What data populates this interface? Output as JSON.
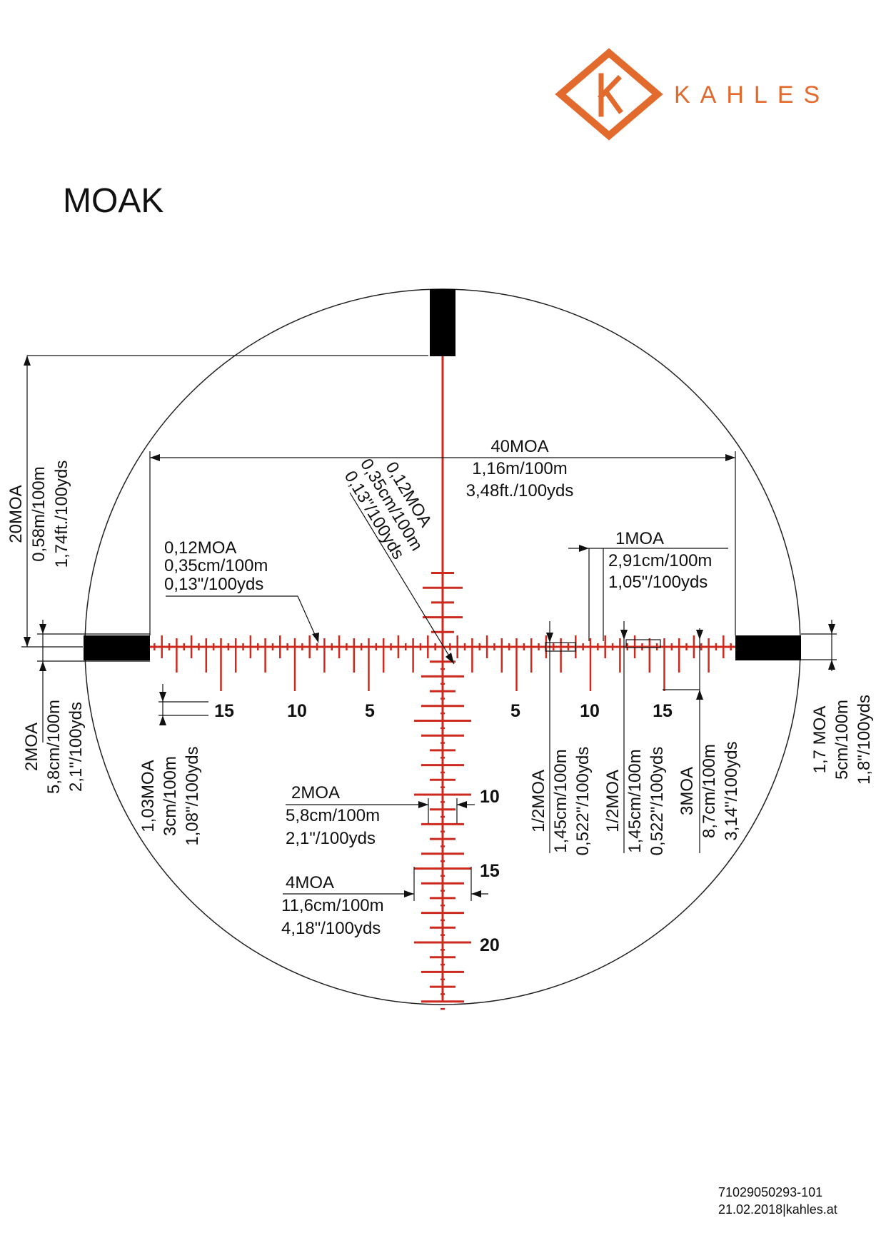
{
  "brand": {
    "name": "KAHLES",
    "logo_letter": "K",
    "color": "#e26a2c"
  },
  "title": "MOAK",
  "reticle_color": "#cc2a1e",
  "horizontal_scale_labels": {
    "left": [
      "15",
      "10",
      "5"
    ],
    "right": [
      "5",
      "10",
      "15"
    ]
  },
  "vertical_scale_labels": [
    "10",
    "15",
    "20"
  ],
  "dimensions": {
    "vertical_20moa": [
      "20MOA",
      "0,58m/100m",
      "1,74ft./100yds"
    ],
    "horizontal_40moa": [
      "40MOA",
      "1,16m/100m",
      "3,48ft./100yds"
    ],
    "left_line": [
      "0,12MOA",
      "0,35cm/100m",
      "0,13\"/100yds"
    ],
    "diag_line": [
      "0,12MOA",
      "0,35cm/100m",
      "0,13\"/100yds"
    ],
    "one_moa": [
      "1MOA",
      "2,91cm/100m",
      "1,05\"/100yds"
    ],
    "left_post": [
      "2MOA",
      "5,8cm/100m",
      "2,1\"/100yds"
    ],
    "left_tick": [
      "1,03MOA",
      "3cm/100m",
      "1,08\"/100yds"
    ],
    "half_moa_a": [
      "1/2MOA",
      "1,45cm/100m",
      "0,522\"/100yds"
    ],
    "half_moa_b": [
      "1/2MOA",
      "1,45cm/100m",
      "0,522\"/100yds"
    ],
    "three_moa": [
      "3MOA",
      "8,7cm/100m",
      "3,14\"/100yds"
    ],
    "right_post": [
      "1,7 MOA",
      "5cm/100m",
      "1,8\"/100yds"
    ],
    "two_moa": [
      "2MOA",
      "5,8cm/100m",
      "2,1\"/100yds"
    ],
    "four_moa": [
      "4MOA",
      "11,6cm/100m",
      "4,18\"/100yds"
    ]
  },
  "footer": {
    "doc_number": "71029050293-101",
    "date_site": "21.02.2018|kahles.at"
  }
}
